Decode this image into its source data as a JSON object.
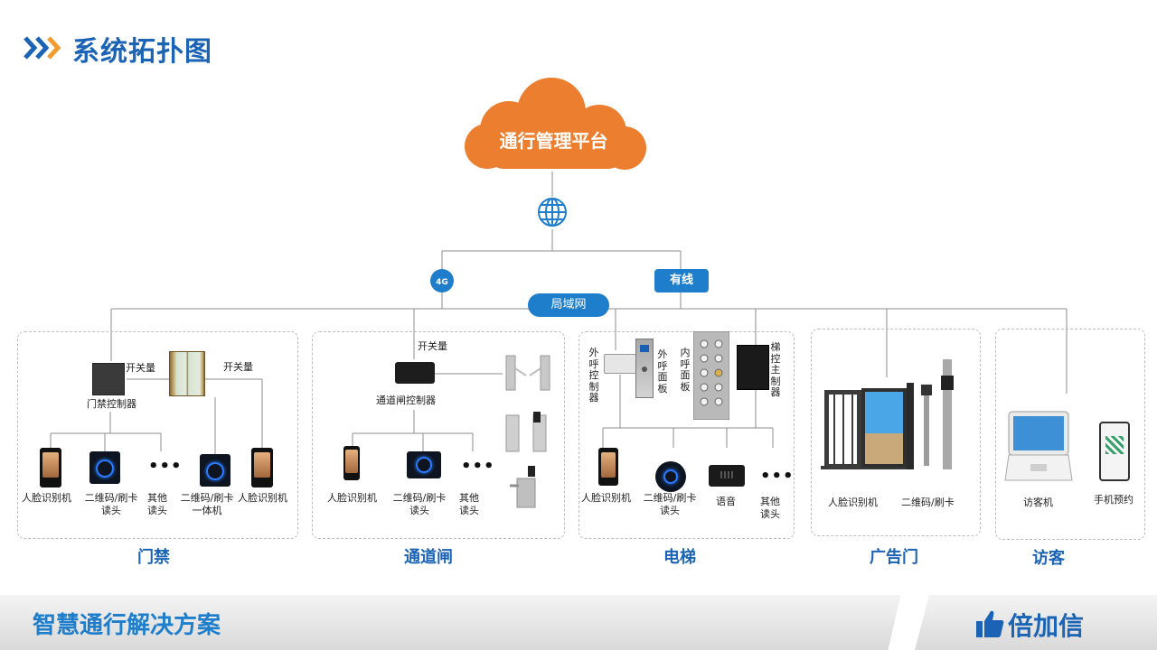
{
  "header": {
    "title": "系统拓扑图"
  },
  "cloud": {
    "label": "通行管理平台"
  },
  "network": {
    "badge_4g": "4G",
    "wired": "有线",
    "lan": "局域网"
  },
  "access": {
    "section": "门禁",
    "switch_left": "开关量",
    "switch_right": "开关量",
    "controller": "门禁控制器",
    "items": [
      "人脸识别机",
      "二维码/刷卡\n读头",
      "其他\n读头",
      "二维码/刷卡\n一体机",
      "人脸识别机"
    ]
  },
  "gate": {
    "section": "通道闸",
    "switch": "开关量",
    "controller": "通道闸控制器",
    "items": [
      "人脸识别机",
      "二维码/刷卡\n读头",
      "其他\n读头"
    ]
  },
  "elevator": {
    "section": "电梯",
    "outer_controller": "外呼控制器",
    "outer_panel": "外呼面板",
    "inner_panel": "内呼面板",
    "main_controller": "梯控主制器",
    "items": [
      "人脸识别机",
      "二维码/刷卡\n读头",
      "语音",
      "其他\n读头"
    ]
  },
  "adgate": {
    "section": "广告门",
    "items": [
      "人脸识别机",
      "二维码/刷卡"
    ]
  },
  "visitor": {
    "section": "访客",
    "items": [
      "访客机",
      "手机预约"
    ]
  },
  "footer": {
    "solution": "智慧通行解决方案",
    "brand": "倍加信"
  },
  "colors": {
    "accent": "#1b64b5",
    "cloud": "#ec7f2f",
    "badge": "#1e7ecb"
  }
}
